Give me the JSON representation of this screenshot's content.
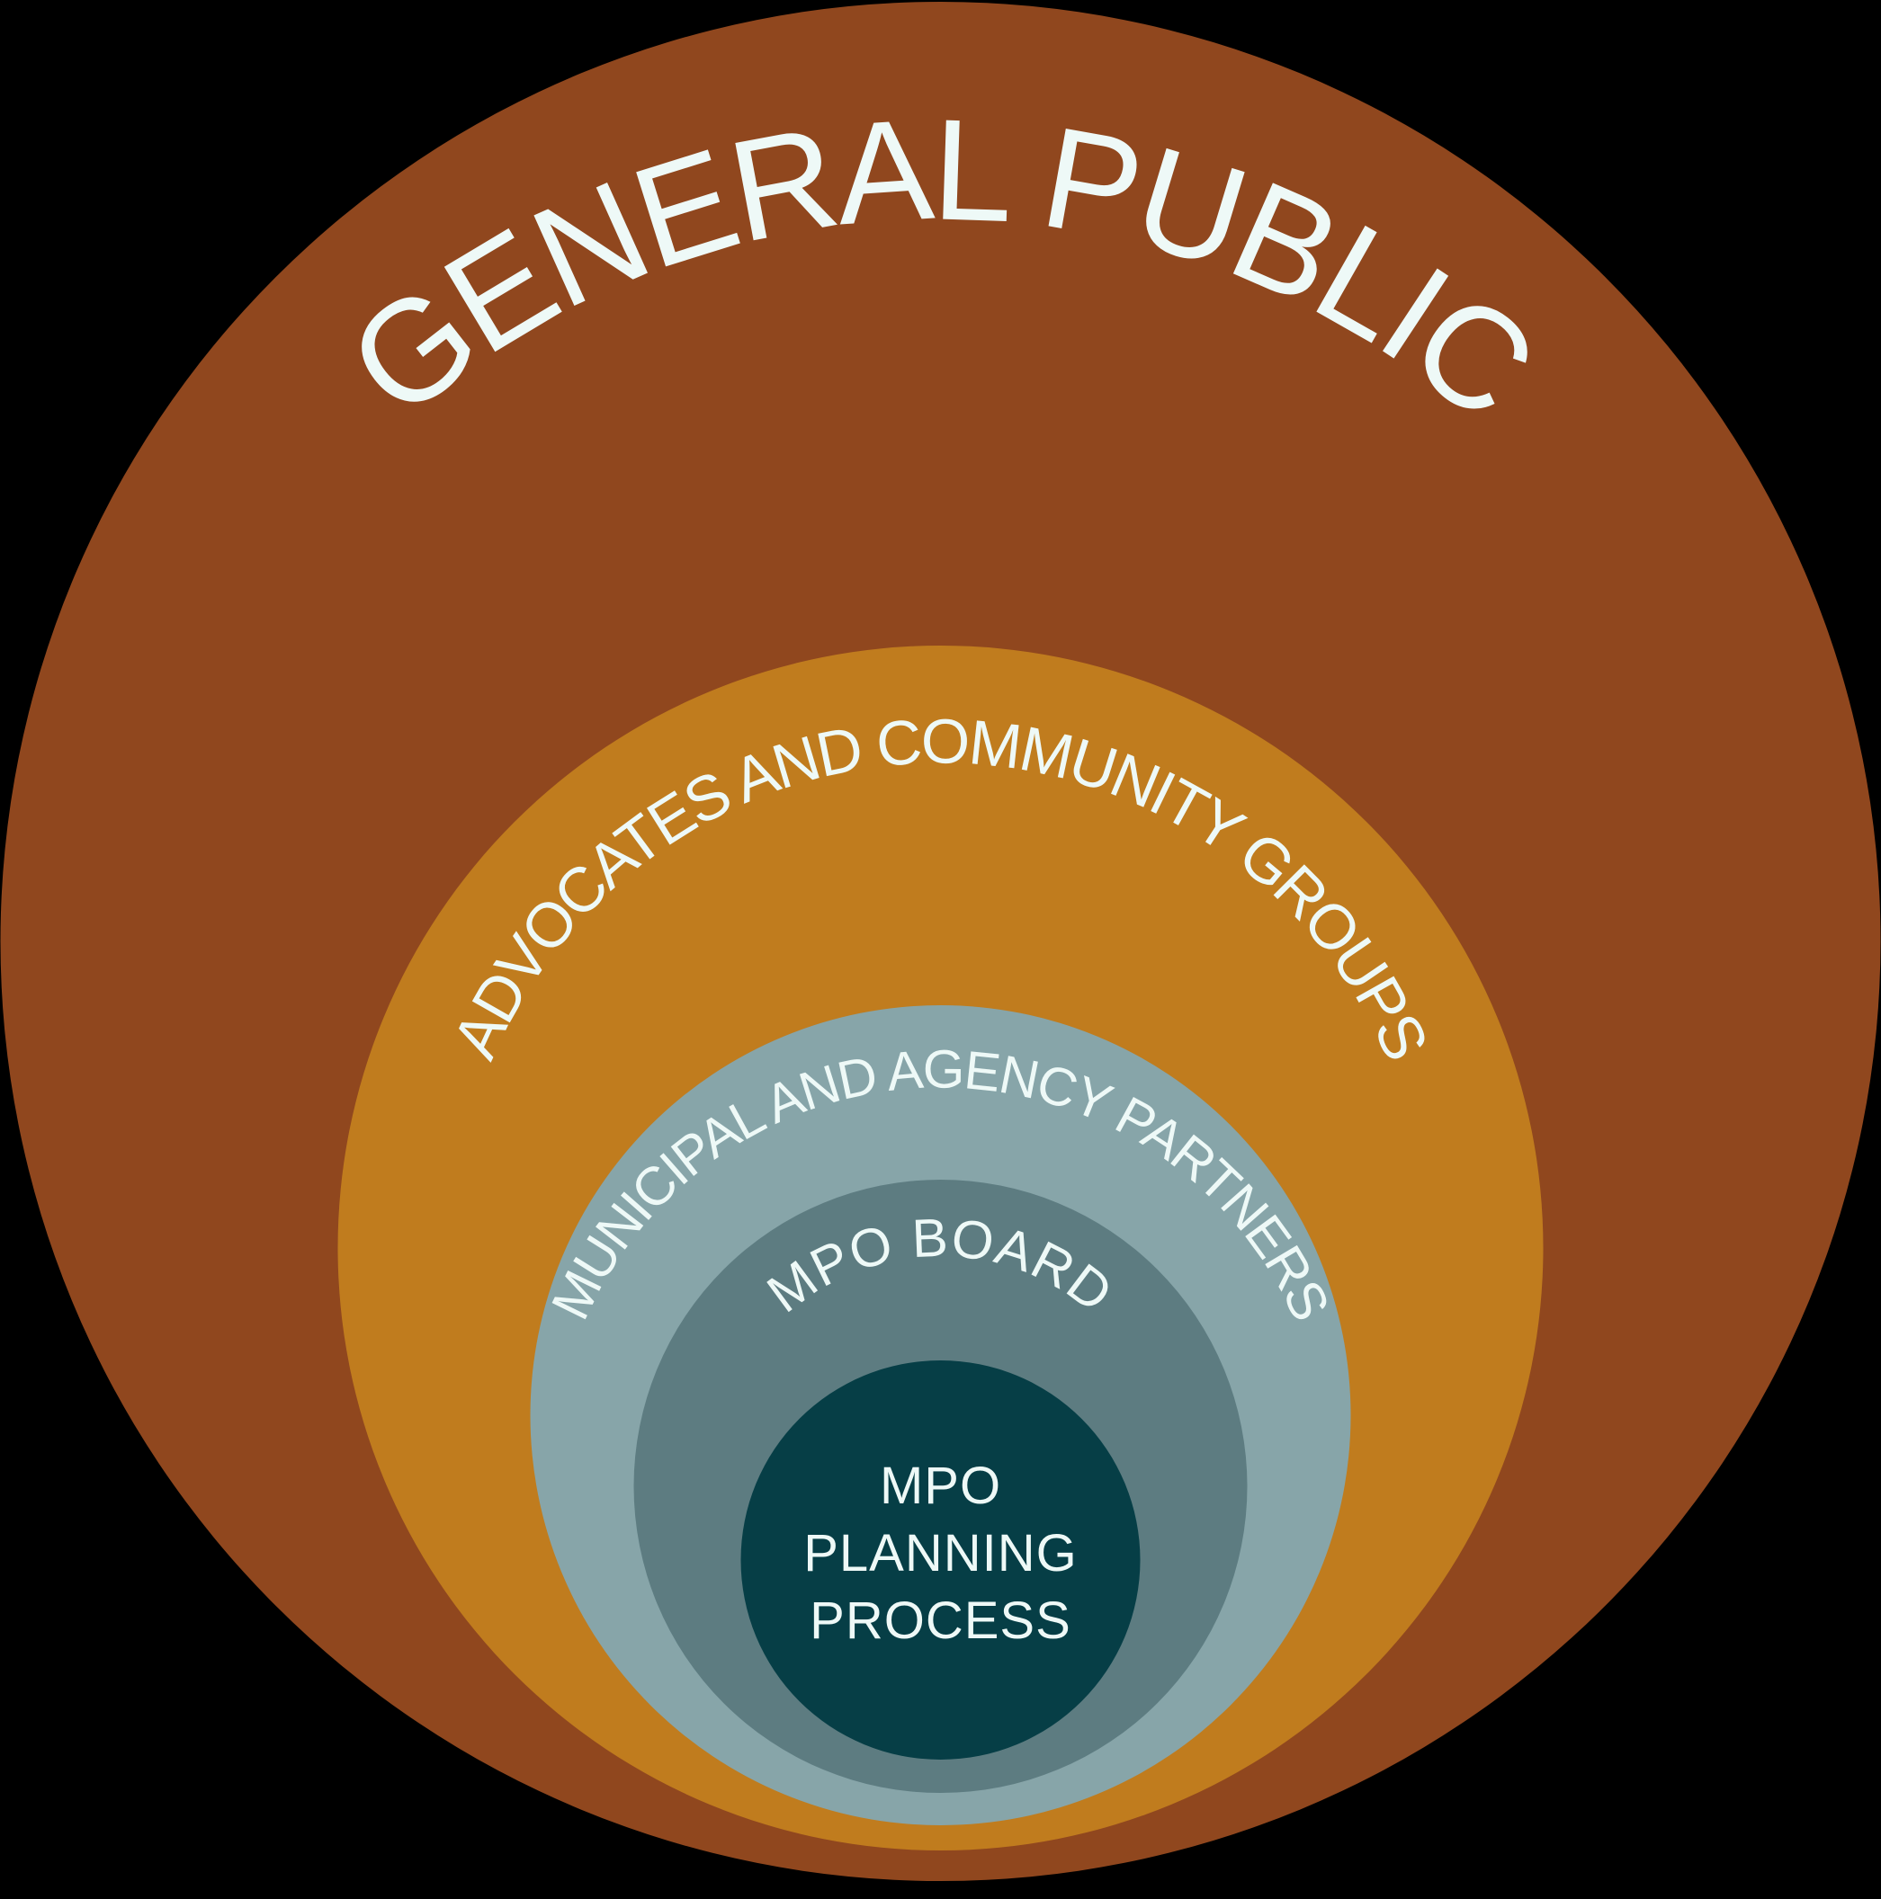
{
  "background": "#000000",
  "text_color": "#EEF9F7",
  "rings": [
    {
      "label": "GENERAL PUBLIC",
      "color": "#90471E"
    },
    {
      "label": "ADVOCATES AND COMMUNITY GROUPS",
      "color": "#C07C1E"
    },
    {
      "label": "MUNICIPAL AND AGENCY PARTNERS",
      "color": "#87A5A9"
    },
    {
      "label": "MPO BOARD",
      "color": "#5D7C81"
    },
    {
      "label": "MPO PLANNING PROCESS",
      "color": "#063E46",
      "lines": [
        "MPO",
        "PLANNING",
        "PROCESS"
      ]
    }
  ]
}
